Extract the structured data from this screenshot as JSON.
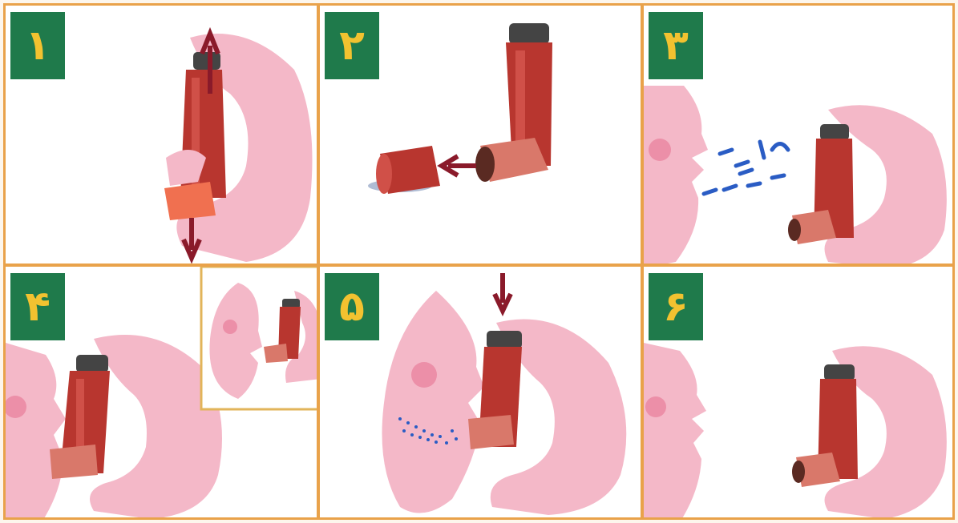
{
  "steps": [
    {
      "number": "۱"
    },
    {
      "number": "۲"
    },
    {
      "number": "۳"
    },
    {
      "number": "۴"
    },
    {
      "number": "۵"
    },
    {
      "number": "۶"
    }
  ],
  "colors": {
    "frame": "#e9a24a",
    "badge": "#1f7a4b",
    "badge_text": "#f2c230",
    "skin": "#f4b8c8",
    "skin_dark": "#e9a0b4",
    "inhaler": "#b8362f",
    "inhaler_dark": "#8f2620",
    "cap": "#444444",
    "mouthpiece": "#d9786a",
    "arrow": "#8a1a2a",
    "breath": "#2a5cc4"
  }
}
